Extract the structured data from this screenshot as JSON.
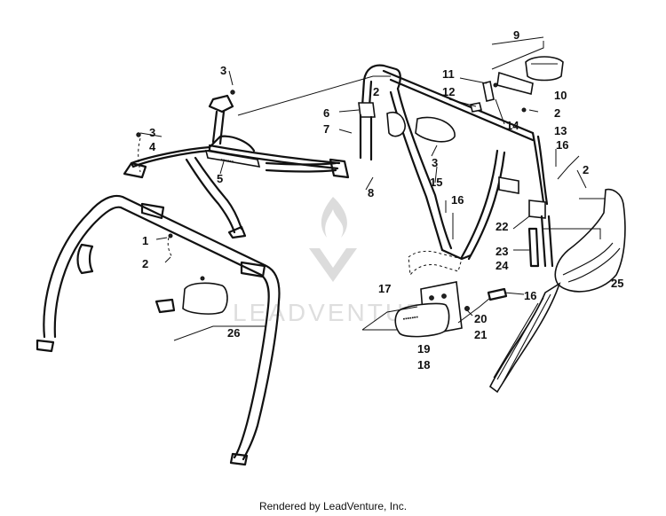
{
  "callouts": {
    "c1": "1",
    "c2a": "2",
    "c2b": "2",
    "c2c": "2",
    "c2d": "2",
    "c3a": "3",
    "c3b": "3",
    "c3c": "3",
    "c4": "4",
    "c5": "5",
    "c6": "6",
    "c7": "7",
    "c8": "8",
    "c9": "9",
    "c10": "10",
    "c11": "11",
    "c12": "12",
    "c13": "13",
    "c14": "14",
    "c15": "15",
    "c16a": "16",
    "c16b": "16",
    "c16c": "16",
    "c17": "17",
    "c18": "18",
    "c19": "19",
    "c20": "20",
    "c21": "21",
    "c22": "22",
    "c23": "23",
    "c24": "24",
    "c25": "25",
    "c26": "26"
  },
  "watermark": {
    "brand": "LEADVENTURE"
  },
  "footer": {
    "text": "Rendered by LeadVenture, Inc."
  }
}
